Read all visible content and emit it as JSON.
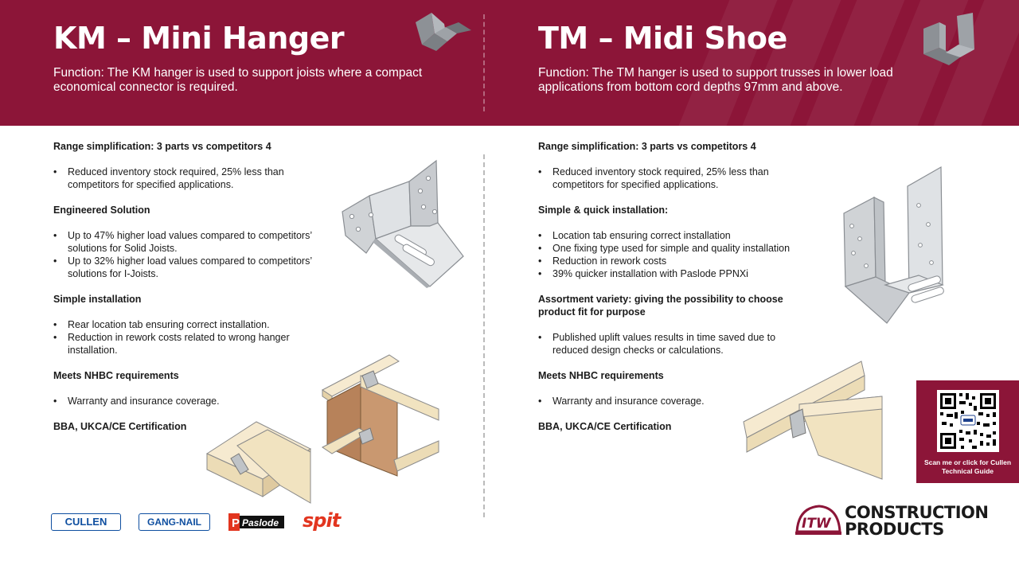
{
  "left": {
    "title": "KM – Mini Hanger",
    "function": "Function: The KM hanger is used to support joists where a compact economical connector is required.",
    "sections": [
      {
        "heading": "Range simplification: 3 parts vs competitors 4",
        "bullets": [
          "Reduced inventory stock required, 25% less than competitors for specified applications."
        ]
      },
      {
        "heading": "Engineered Solution",
        "bullets": [
          "Up to 47% higher load values compared to competitors’ solutions for Solid Joists.",
          "Up to 32% higher load values compared to competitors’ solutions for I-Joists."
        ]
      },
      {
        "heading": "Simple installation",
        "bullets": [
          "Rear location tab ensuring correct installation.",
          "Reduction in rework costs related to wrong hanger installation."
        ]
      },
      {
        "heading": "Meets NHBC requirements",
        "bullets": [
          "Warranty and insurance coverage."
        ]
      },
      {
        "heading": "BBA, UKCA/CE Certification",
        "bullets": []
      }
    ]
  },
  "right": {
    "title": "TM – Midi Shoe",
    "function": "Function: The TM hanger is used to support trusses in lower load applications from bottom cord depths 97mm and above.",
    "sections": [
      {
        "heading": "Range simplification: 3 parts vs competitors 4",
        "bullets": [
          "Reduced inventory stock required, 25% less than competitors for specified applications."
        ]
      },
      {
        "heading": "Simple & quick installation:",
        "bullets": [
          "Location tab ensuring correct installation",
          "One fixing type used for simple and quality installation",
          "Reduction in rework costs",
          "39% quicker installation with Paslode PPNXi"
        ]
      },
      {
        "heading": "Assortment variety: giving the possibility to choose product fit for purpose",
        "bullets": [
          "Published uplift values results in time saved due to reduced design checks or calculations."
        ]
      },
      {
        "heading": "Meets NHBC requirements",
        "bullets": [
          "Warranty and insurance coverage."
        ]
      },
      {
        "heading": "BBA, UKCA/CE Certification",
        "bullets": []
      }
    ]
  },
  "qr": {
    "caption": "Scan me or click for Cullen Technical Guide"
  },
  "brands": {
    "cullen": "CULLEN",
    "gangnail": "GANG-NAIL",
    "paslode": "Paslode",
    "spit": "spit",
    "itw": "ITW",
    "construction": "CONSTRUCTION",
    "products": "PRODUCTS"
  },
  "colors": {
    "brand": "#8c1538",
    "text": "#1a1a1a",
    "timber": "#f1e3c0",
    "steel": "#c9ccd0"
  }
}
